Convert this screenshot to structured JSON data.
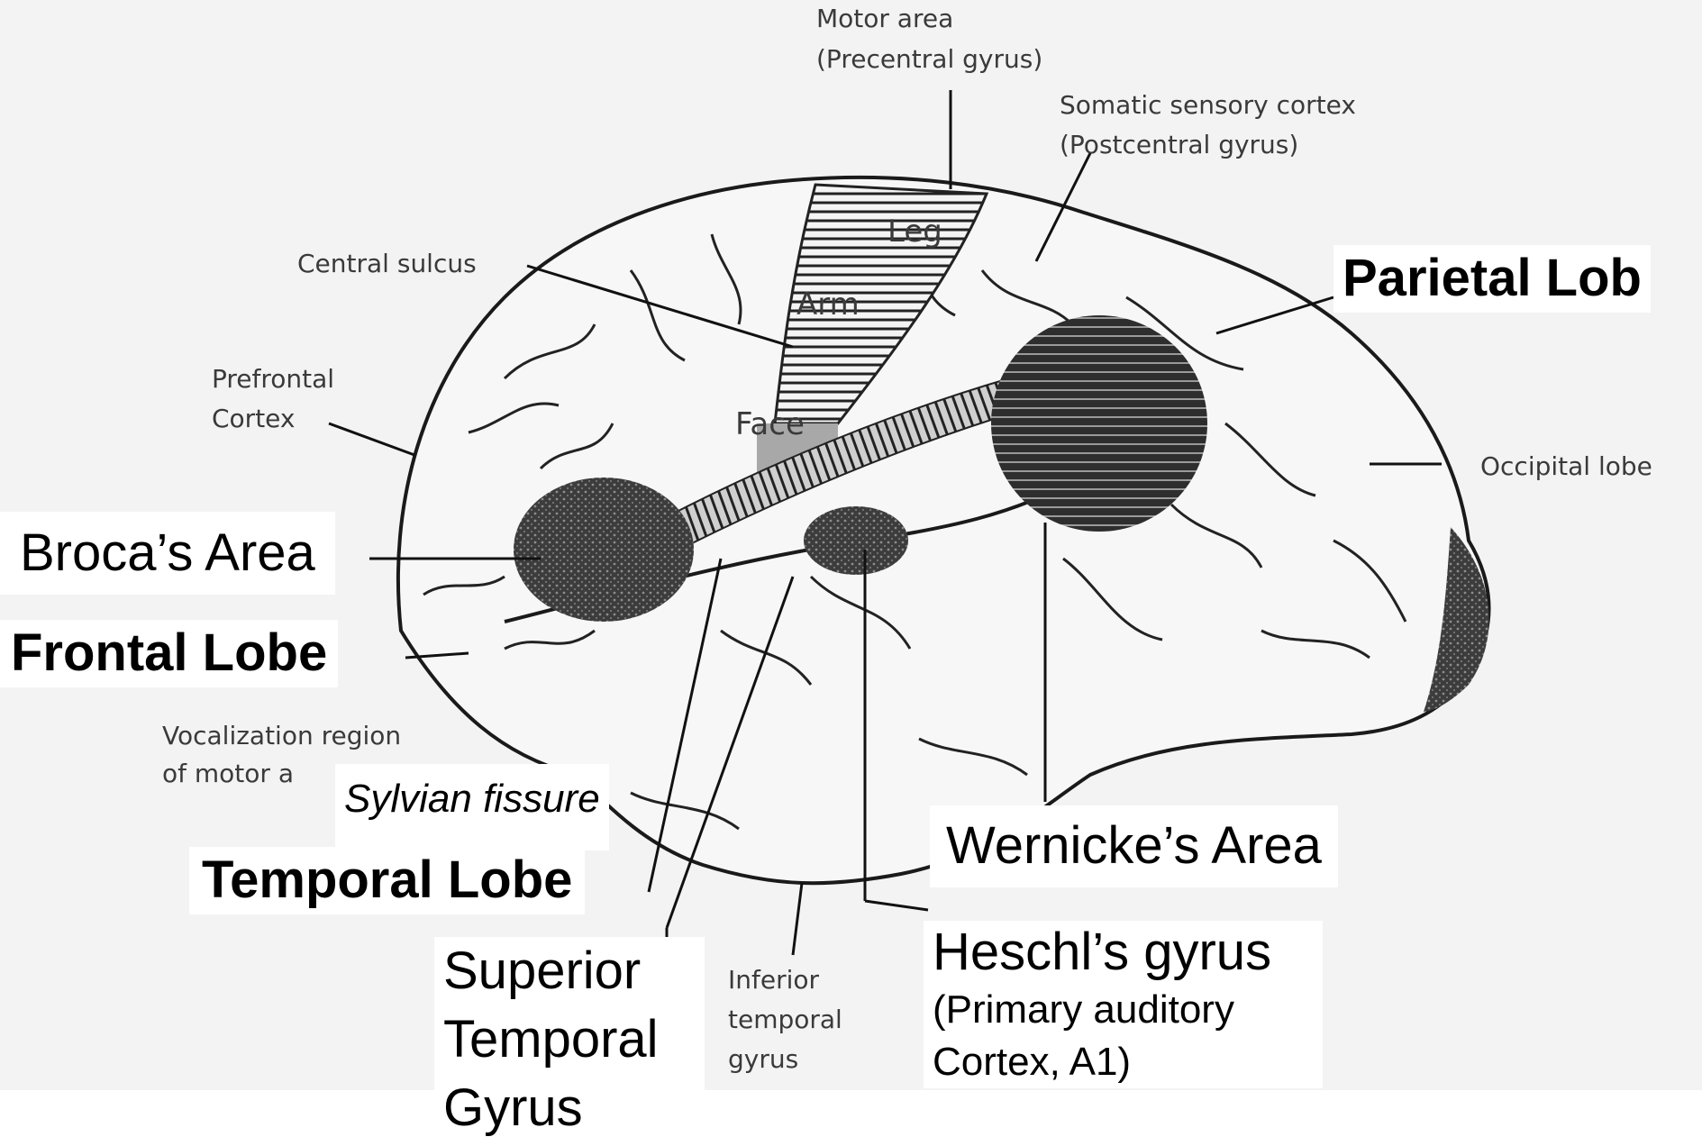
{
  "scan_labels": {
    "motor_area": "Motor area",
    "precentral": "(Precentral gyrus)",
    "somatic": "Somatic sensory cortex",
    "postcentral": "(Postcentral gyrus)",
    "central_sulcus": "Central sulcus",
    "prefrontal_1": "Prefrontal",
    "prefrontal_2": "Cortex",
    "leg": "Leg",
    "arm": "Arm",
    "face": "Face",
    "occipital": "Occipital lobe",
    "vocal_1": "Vocalization region",
    "vocal_2": "of motor a",
    "inferior_1": "Inferior",
    "inferior_2": "temporal",
    "inferior_3": "gyrus"
  },
  "labels": {
    "parietal": "Parietal Lob",
    "broca": "Broca’s Area",
    "frontal": "Frontal Lobe",
    "sylvian": "Sylvian fissure",
    "temporal": "Temporal Lobe",
    "wernicke": "Wernicke’s Area",
    "heschl": "Heschl’s gyrus",
    "heschl_sub_1": "(Primary auditory",
    "heschl_sub_2": "Cortex, A1)",
    "stg_1": "Superior",
    "stg_2": "Temporal",
    "stg_3": "Gyrus"
  }
}
